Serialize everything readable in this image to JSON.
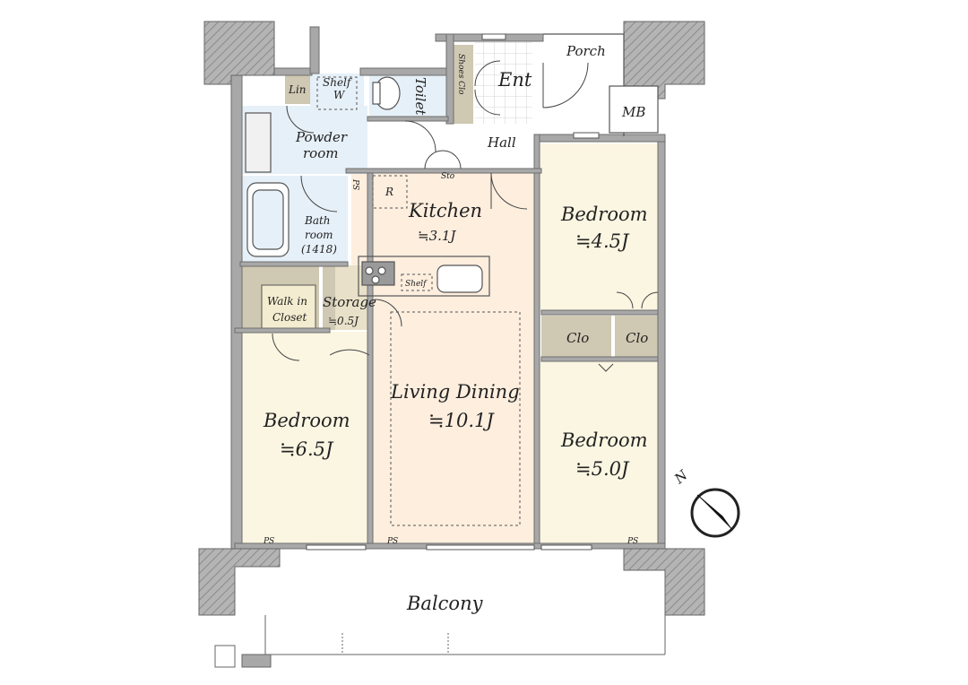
{
  "rooms": {
    "porch": "Porch",
    "mb": "MB",
    "ent": "Ent",
    "shoes_clo": "Shoes Clo",
    "toilet": "Toilet",
    "lin": "Lin",
    "shelf_w_1": "Shelf",
    "shelf_w_2": "W",
    "powder_1": "Powder",
    "powder_2": "room",
    "hall": "Hall",
    "sto": "Sto",
    "ps": "PS",
    "r": "R",
    "kitchen_name": "Kitchen",
    "kitchen_size": "≒3.1J",
    "bath_1": "Bath",
    "bath_2": "room",
    "bath_3": "(1418)",
    "bed_ne_name": "Bedroom",
    "bed_ne_size": "≒4.5J",
    "shelf_k": "Shelf",
    "wic_1": "Walk in",
    "wic_2": "Closet",
    "storage_name": "Storage",
    "storage_size": "≒0.5J",
    "clo_a": "Clo",
    "clo_b": "Clo",
    "living_name": "Living Dining",
    "living_size": "≒10.1J",
    "bed_w_name": "Bedroom",
    "bed_w_size": "≒6.5J",
    "bed_se_name": "Bedroom",
    "bed_se_size": "≒5.0J",
    "ps_b1": "PS",
    "ps_b2": "PS",
    "ps_b3": "PS",
    "balcony": "Balcony",
    "north": "N"
  },
  "colors": {
    "wall": "#a8a8a8",
    "wall_edge": "#6e6e6e",
    "bedroom": "#fbf6e2",
    "living": "#fdeede",
    "wet": "#e6f0f8",
    "closet": "#cfc8b2"
  }
}
